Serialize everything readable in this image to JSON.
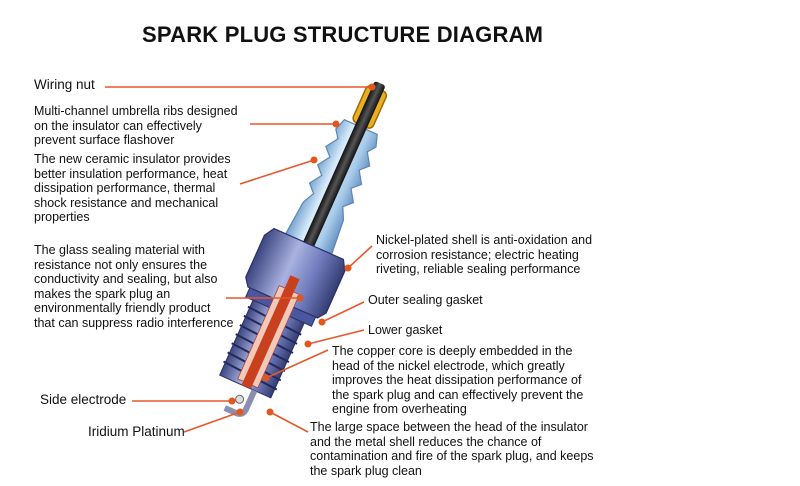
{
  "title": "SPARK PLUG STRUCTURE DIAGRAM",
  "labels": {
    "wiring_nut": "Wiring nut",
    "umbrella_ribs": [
      "Multi-channel umbrella ribs designed",
      "on the insulator can effectively",
      "prevent surface flashover"
    ],
    "ceramic_insulator": [
      "The new ceramic insulator provides",
      "better insulation performance, heat",
      "dissipation performance, thermal",
      "shock resistance and mechanical",
      "properties"
    ],
    "glass_sealing": [
      "The glass sealing material with",
      "resistance not only ensures the",
      "conductivity and sealing, but also",
      "makes the spark plug an",
      "environmentally friendly product",
      "that can suppress radio interference"
    ],
    "side_electrode": "Side electrode",
    "iridium_platinum": "Iridium Platinum",
    "nickel_shell": [
      "Nickel-plated shell is anti-oxidation and",
      "corrosion resistance; electric heating",
      "riveting, reliable sealing performance"
    ],
    "outer_gasket": "Outer sealing gasket",
    "lower_gasket": "Lower gasket",
    "copper_core": [
      "The copper core is deeply embedded in the",
      "head of the nickel electrode, which greatly",
      "improves the heat dissipation performance of",
      "the spark plug and can effectively prevent the",
      "engine from overheating"
    ],
    "large_space": [
      "The large space between the head of the insulator",
      "and the metal shell reduces the chance of",
      "contamination and fire of the spark plug, and keeps",
      "the spark plug clean"
    ]
  },
  "colors": {
    "leader": "#e8562a",
    "dot": "#e0581e",
    "insulator": "#9fc6e6",
    "shell": "#5d6aa8",
    "terminal": "#e8b020",
    "copper": "#c8401e"
  }
}
